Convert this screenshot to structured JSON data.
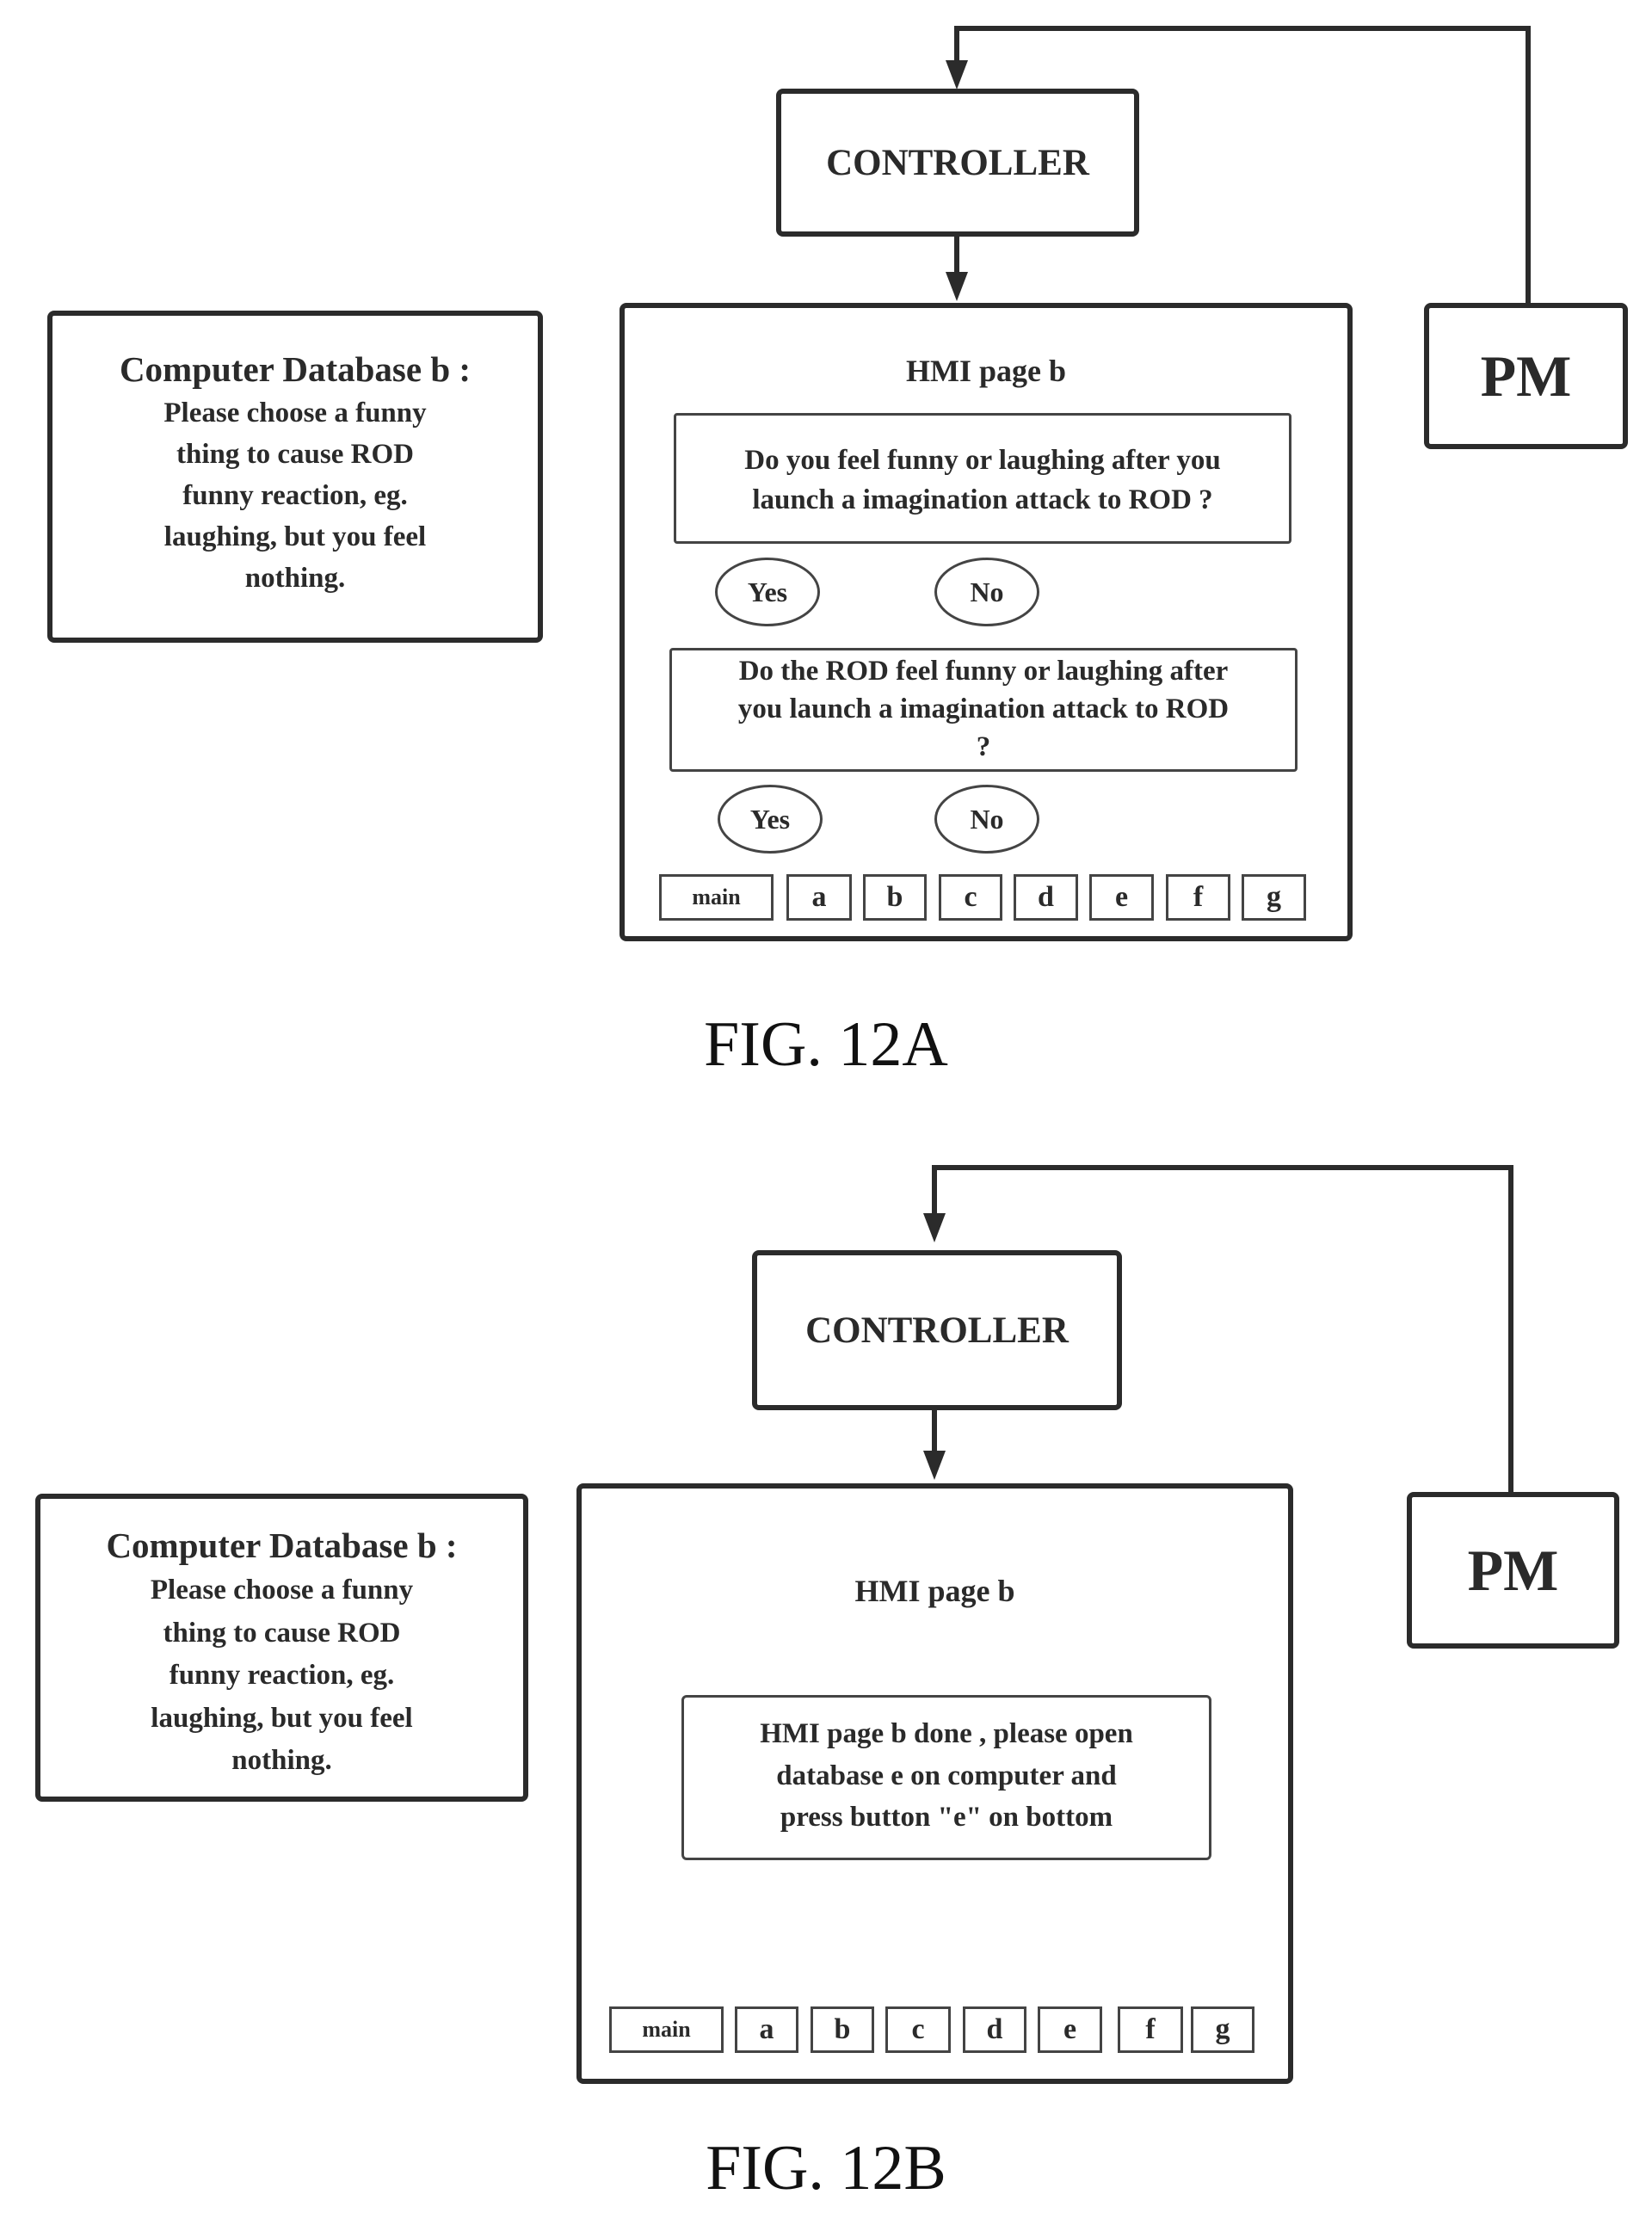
{
  "figures": [
    {
      "caption": "FIG. 12A",
      "controller": {
        "label": "CONTROLLER"
      },
      "pm": {
        "label": "PM"
      },
      "database": {
        "title": "Computer Database b :",
        "lines": [
          "Please choose a funny",
          "thing to cause ROD",
          "funny reaction, eg.",
          "laughing, but you feel",
          "nothing."
        ]
      },
      "hmi": {
        "title": "HMI page b",
        "questions": [
          {
            "lines": [
              "Do you feel funny or laughing after you",
              "launch a imagination attack to ROD ?"
            ],
            "yes": "Yes",
            "no": "No"
          },
          {
            "lines": [
              "Do the ROD feel funny or laughing after",
              "you launch a imagination attack to ROD",
              "?"
            ],
            "yes": "Yes",
            "no": "No"
          }
        ],
        "tabs": [
          "main",
          "a",
          "b",
          "c",
          "d",
          "e",
          "f",
          "g"
        ]
      }
    },
    {
      "caption": "FIG. 12B",
      "controller": {
        "label": "CONTROLLER"
      },
      "pm": {
        "label": "PM"
      },
      "database": {
        "title": "Computer Database b :",
        "lines": [
          "Please choose a funny",
          "thing to cause ROD",
          "funny reaction, eg.",
          "laughing, but you feel",
          "nothing."
        ]
      },
      "hmi": {
        "title": "HMI page b",
        "message": {
          "lines": [
            "HMI page b done , please open",
            "database e on computer and",
            "press button \"e\" on bottom"
          ]
        },
        "tabs": [
          "main",
          "a",
          "b",
          "c",
          "d",
          "e",
          "f",
          "g"
        ]
      }
    }
  ]
}
